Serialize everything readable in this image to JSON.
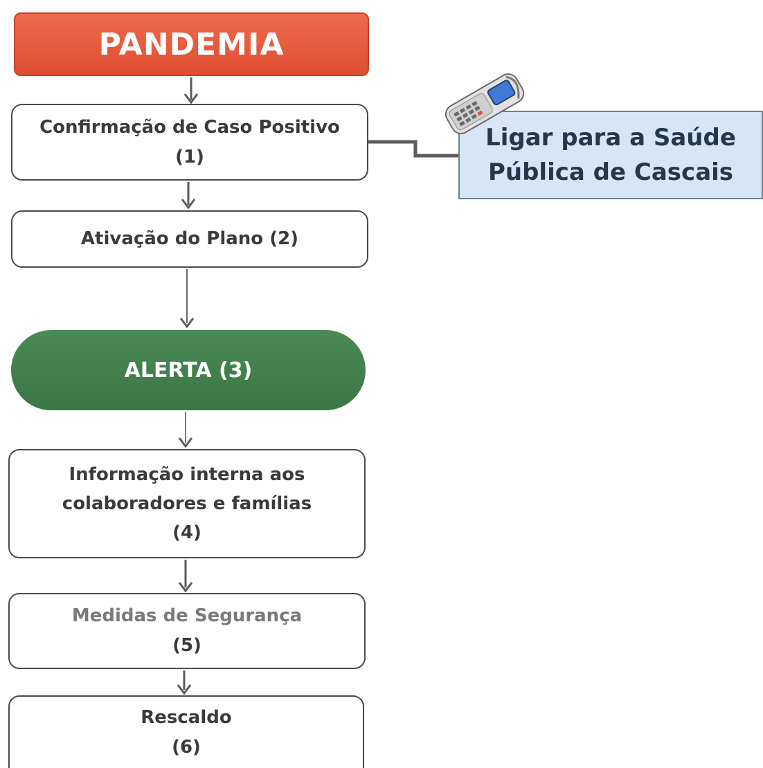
{
  "diagram": {
    "top": {
      "label": "PANDEMIA"
    },
    "steps": [
      {
        "line1": "Confirmação de Caso Positivo",
        "line2": "(1)"
      },
      {
        "line1": "Ativação do Plano (2)"
      },
      {
        "line1": "ALERTA (3)"
      },
      {
        "line1": "Informação interna aos",
        "line2": "colaboradores e famílias",
        "line3": "(4)"
      },
      {
        "line1": "Medidas de Segurança",
        "line2": "(5)"
      },
      {
        "line1": "Rescaldo",
        "line2": "(6)"
      }
    ],
    "callout": {
      "line1": "Ligar para a Saúde",
      "line2": "Pública de Cascais"
    },
    "icons": [
      "mobile-phone-icon",
      "down-arrow-icon"
    ],
    "colors": {
      "top_fill": "#e85a3c",
      "alert_fill": "#437f4d",
      "callout_fill": "#d7e6f7",
      "border": "#4a4a4a"
    }
  }
}
